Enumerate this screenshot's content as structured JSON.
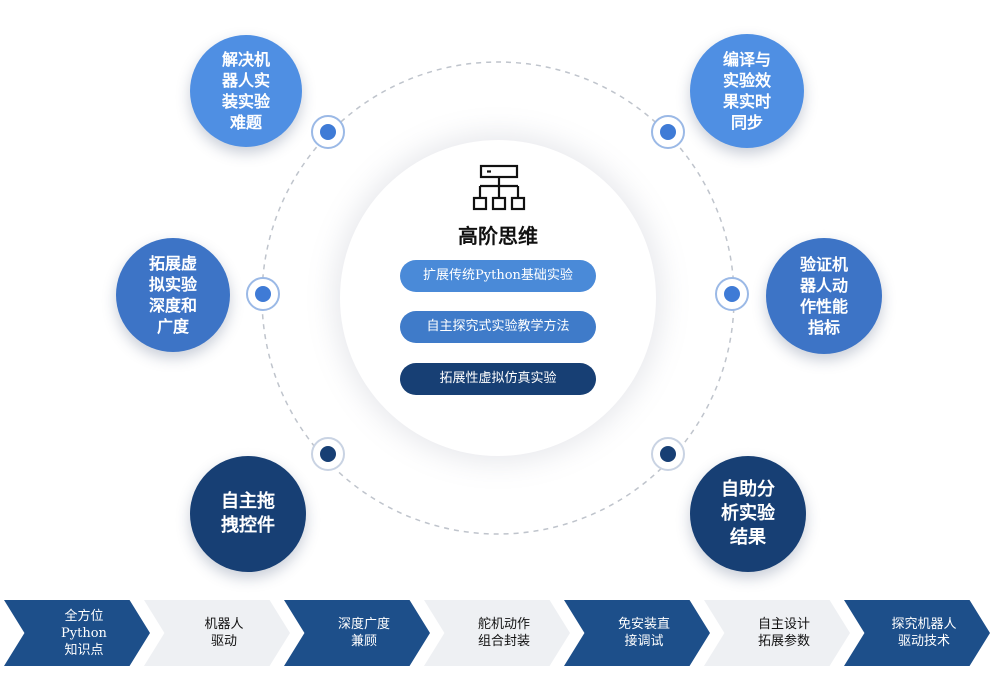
{
  "center": {
    "icon": "org-chart-icon",
    "title": "高阶思维",
    "items": [
      "扩展传统Python基础实验",
      "自主探究式实验教学方法",
      "拓展性虚拟仿真实验"
    ]
  },
  "bubbles": {
    "top_left": "解决机\n器人实\n装实验\n难题",
    "mid_left": "拓展虚\n拟实验\n深度和\n广度",
    "bottom_left": "自主拖\n拽控件",
    "top_right": "编译与\n实验效\n果实时\n同步",
    "mid_right": "验证机\n器人动\n作性能\n指标",
    "bottom_right": "自助分\n析实验\n结果"
  },
  "steps": [
    "全方位\nPython\n知识点",
    "机器人\n驱动",
    "深度广度\n兼顾",
    "舵机动作\n组合封装",
    "免安装直\n接调试",
    "自主设计\n拓展参数",
    "探究机器人\n驱动技术"
  ],
  "colors": {
    "light_blue": "#4f8fe3",
    "mid_blue": "#3d74c6",
    "dark_blue": "#173f74"
  }
}
